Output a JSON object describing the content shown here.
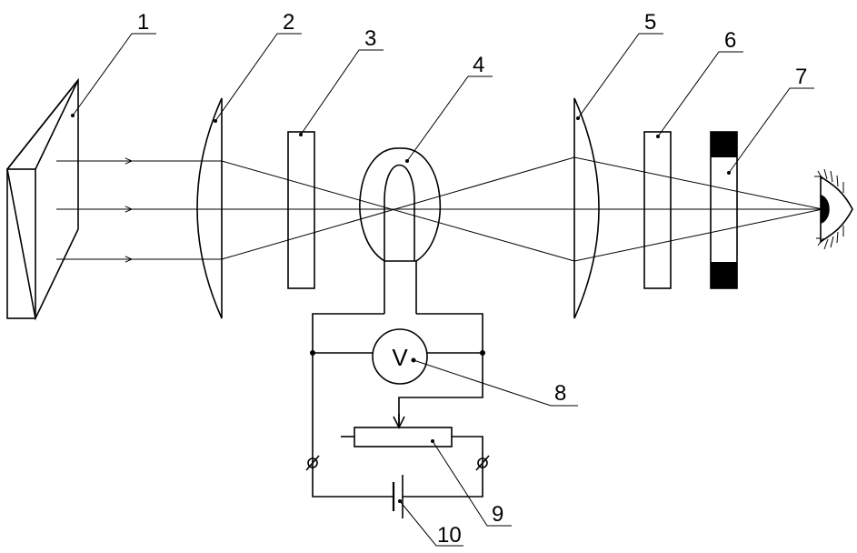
{
  "labels": {
    "l1": "1",
    "l2": "2",
    "l3": "3",
    "l4": "4",
    "l5": "5",
    "l6": "6",
    "l7": "7",
    "l8": "8",
    "l9": "9",
    "l10": "10"
  },
  "voltmeter_symbol": "V"
}
